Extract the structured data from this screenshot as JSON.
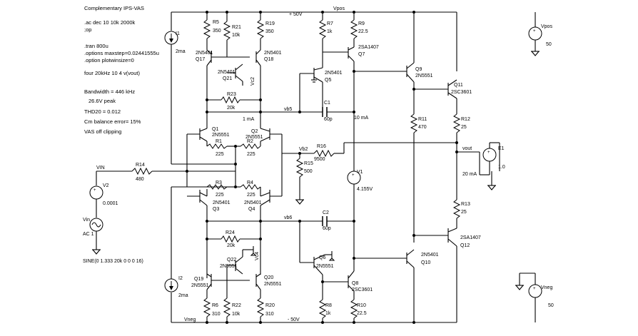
{
  "title": "Complementary IPS-VAS",
  "directives": [
    ".ac dec 10 10k 2000k",
    ";op",
    ".tran 800u",
    ".options maxstep=0.02441555u",
    ".option plotwinsize=0",
    "four 20kHz 10 4 v(vout)",
    "Bandwidth = 446 kHz",
    "26.6V peak",
    "THD20 = 0.012",
    "Cm balance error= 15%",
    "VAS off clipping"
  ],
  "rails": {
    "pos_label": "+ 50V",
    "neg_label": "- 50V",
    "vpos_net": "Vpos",
    "vneg_net": "Vneg"
  },
  "nets": {
    "vb5": "vb5",
    "vb6": "vb6",
    "vc2": "Vc2",
    "vc4": "Vc4",
    "vb2": "Vb2",
    "vout": "vout",
    "vin": "VIN",
    "vin_src": "Vin"
  },
  "currents": {
    "vas_top": "1 mA",
    "out_top": "10 mA",
    "out_bias": "20 mA"
  },
  "sources": {
    "i1": {
      "name": "I1",
      "value": "2ma"
    },
    "i2": {
      "name": "I2",
      "value": "2ma"
    },
    "v1": {
      "name": "V1",
      "value": "4.155V"
    },
    "v2": {
      "name": "V2",
      "value": "0.0001"
    },
    "vin": {
      "name": "Vin",
      "value": "AC 1",
      "spec": "SINE(0 1.333 20k 0 0 0 16)"
    },
    "vpos": {
      "name": "Vpos",
      "value": "50"
    },
    "vneg": {
      "name": "Vneg",
      "value": "50"
    },
    "e1": {
      "name": "E1",
      "value": "1.0"
    }
  },
  "resistors": {
    "r1": {
      "name": "R1",
      "value": "225"
    },
    "r2": {
      "name": "R2",
      "value": "225"
    },
    "r3": {
      "name": "R3",
      "value": "225"
    },
    "r4": {
      "name": "R4",
      "value": "225"
    },
    "r5": {
      "name": "R5",
      "value": "350"
    },
    "r6": {
      "name": "R6",
      "value": "310"
    },
    "r7": {
      "name": "R7",
      "value": "1k"
    },
    "r8": {
      "name": "R8",
      "value": "1k"
    },
    "r9": {
      "name": "R9",
      "value": "22.5"
    },
    "r10": {
      "name": "R10",
      "value": "22.5"
    },
    "r11": {
      "name": "R11",
      "value": "470"
    },
    "r12": {
      "name": "R12",
      "value": "25"
    },
    "r13": {
      "name": "R13",
      "value": "25"
    },
    "r14": {
      "name": "R14",
      "value": "480"
    },
    "r15": {
      "name": "R15",
      "value": "500"
    },
    "r16": {
      "name": "R16",
      "value": "9500"
    },
    "r19": {
      "name": "R19",
      "value": "350"
    },
    "r20": {
      "name": "R20",
      "value": "310"
    },
    "r21": {
      "name": "R21",
      "value": "10k"
    },
    "r22": {
      "name": "R22",
      "value": "10k"
    },
    "r23": {
      "name": "R23",
      "value": "20k"
    },
    "r24": {
      "name": "R24",
      "value": "20k"
    }
  },
  "capacitors": {
    "c1": {
      "name": "C1",
      "value": "60p"
    },
    "c2": {
      "name": "C2",
      "value": "60p"
    }
  },
  "transistors": {
    "q1": {
      "name": "Q1",
      "part": "2N5551"
    },
    "q2": {
      "name": "Q2",
      "part": "2N5551"
    },
    "q3": {
      "name": "Q3",
      "part": "2N5401"
    },
    "q4": {
      "name": "Q4",
      "part": "2N5401"
    },
    "q5": {
      "name": "Q5",
      "part": "2N5401"
    },
    "q6": {
      "name": "Q6",
      "part": "2N5551"
    },
    "q7": {
      "name": "Q7",
      "part": "2SA1407"
    },
    "q8": {
      "name": "Q8",
      "part": "2SC3601"
    },
    "q9": {
      "name": "Q9",
      "part": "2N5551"
    },
    "q10": {
      "name": "Q10",
      "part": "2N5401"
    },
    "q11": {
      "name": "Q11",
      "part": "2SC3601"
    },
    "q12": {
      "name": "Q12",
      "part": "2SA1407"
    },
    "q17": {
      "name": "Q17",
      "part": "2N5401"
    },
    "q18": {
      "name": "Q18",
      "part": "2N5401"
    },
    "q19": {
      "name": "Q19",
      "part": "2N5551"
    },
    "q20": {
      "name": "Q20",
      "part": "2N5551"
    },
    "q21": {
      "name": "Q21",
      "part": "2N5401"
    },
    "q22": {
      "name": "Q22",
      "part": "2N5551"
    }
  }
}
